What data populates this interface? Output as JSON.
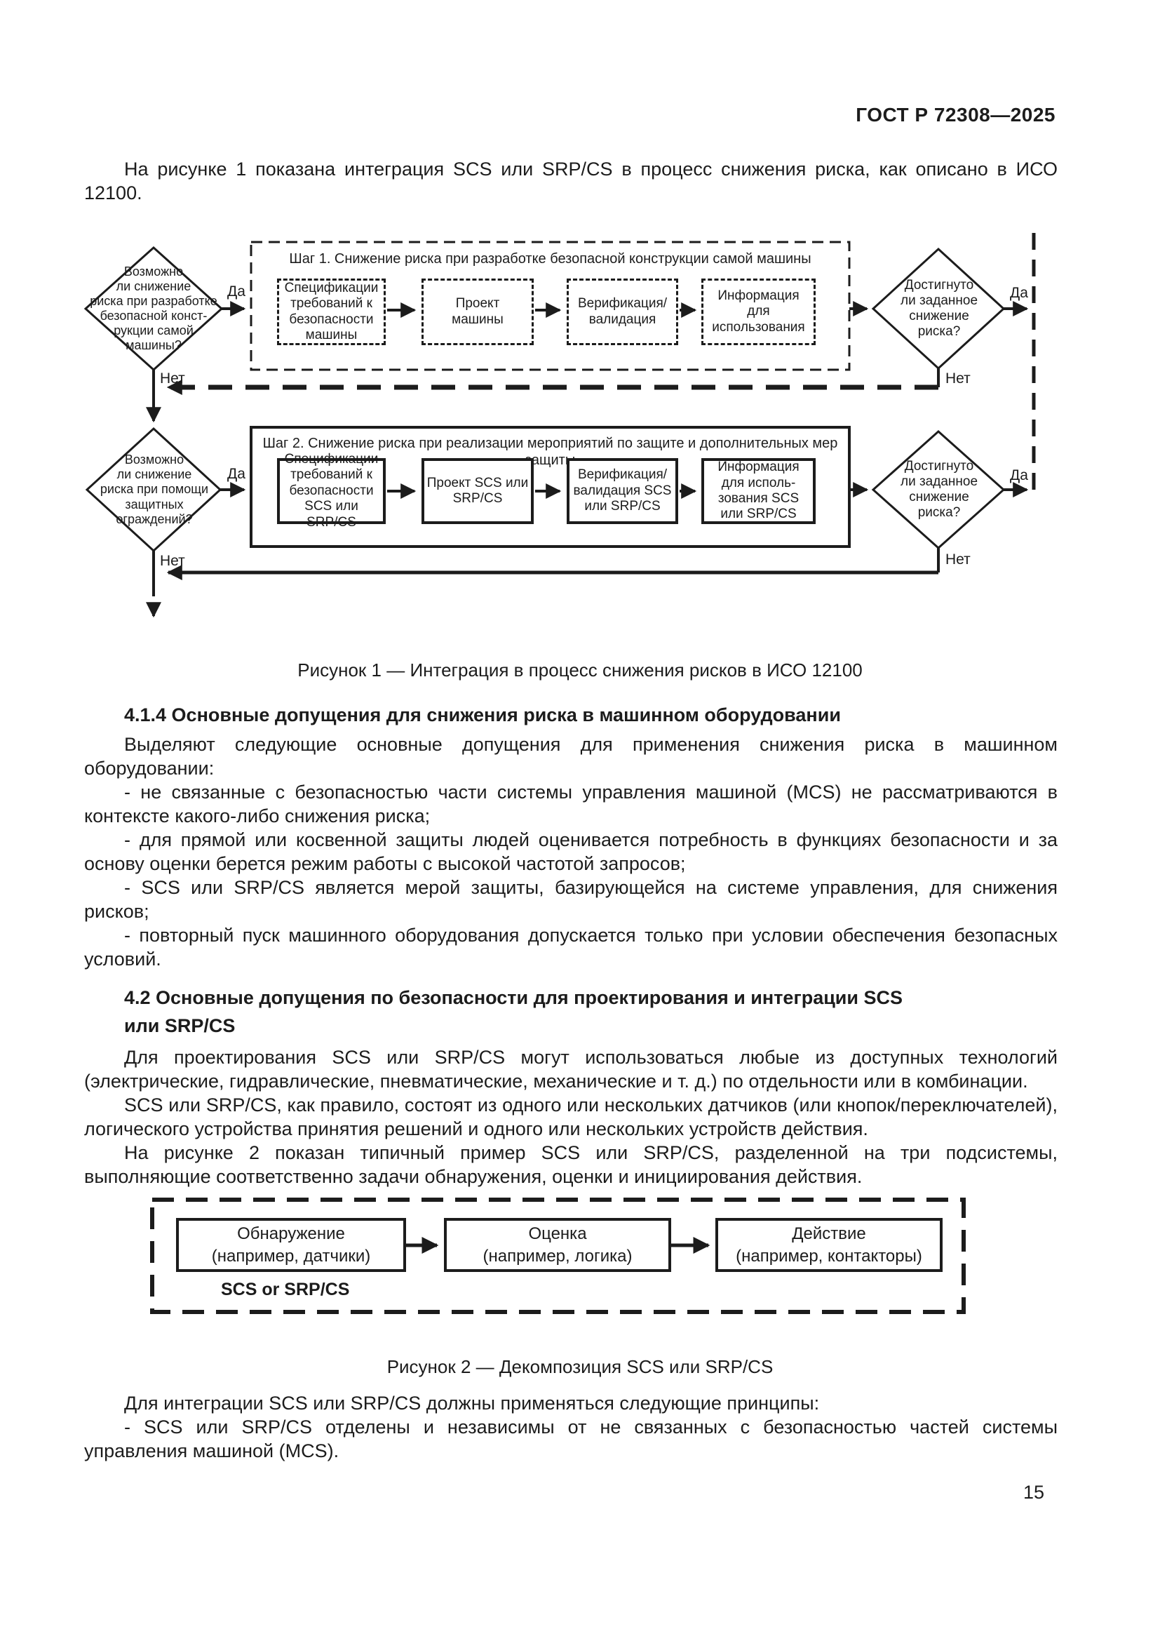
{
  "header": {
    "doc_number": "ГОСТ Р 72308—2025"
  },
  "intro": {
    "text": "На рисунке 1 показана интеграция SCS или SRP/CS в процесс снижения риска, как описано в ИСО 12100."
  },
  "figure1": {
    "caption": "Рисунок 1 — Интеграция в процесс снижения рисков в ИСО 12100",
    "labels": {
      "yes": "Да",
      "no": "Нет"
    },
    "decision_design": "Возможно\nли снижение\nриска при разработке\nбезопасной конст-\nрукции самой\nмашины?",
    "decision_achieved1": "Достигнуто\nли заданное\nснижение\nриска?",
    "decision_guards": "Возможно\nли снижение\nриска при помощи\nзащитных\nограждений?",
    "decision_achieved2": "Достигнуто\nли заданное\nснижение\nриска?",
    "step1": {
      "title": "Шаг 1. Снижение риска при разработке безопасной конструкции самой машины",
      "boxes": [
        "Спецификации\nтребований к\nбезопасности\nмашины",
        "Проект\nмашины",
        "Верификация/\nвалидация",
        "Информация\nдля\nиспользования"
      ]
    },
    "step2": {
      "title": "Шаг 2. Снижение риска при реализации мероприятий по защите и дополнительных мер защиты",
      "boxes": [
        "Спецификации\nтребований к\nбезопасности\nSCS или SRP/CS",
        "Проект SCS или\nSRP/CS",
        "Верификация/\nвалидация SCS\nили SRP/CS",
        "Информация\nдля исполь-\nзования SCS\nили SRP/CS"
      ]
    }
  },
  "section_414": {
    "heading": "4.1.4 Основные допущения для снижения риска в машинном оборудовании",
    "intro": "Выделяют следующие основные допущения для применения снижения риска в машинном оборудовании:",
    "bullets": [
      "- не связанные с безопасностью части системы управления машиной (MCS) не рассматриваются в контексте какого-либо снижения риска;",
      "- для прямой или косвенной защиты людей оценивается потребность в функциях безопасности и за основу оценки берется режим работы с высокой частотой запросов;",
      "- SCS или SRP/CS является мерой защиты, базирующейся на системе управления, для снижения рисков;",
      "- повторный пуск машинного оборудования допускается только при условии обеспечения безопасных условий."
    ]
  },
  "section_42": {
    "heading": "4.2 Основные допущения по безопасности для проектирования и интеграции SCS\nили SRP/CS",
    "paragraphs": [
      "Для проектирования SCS или SRP/CS могут использоваться любые из доступных технологий (электрические, гидравлические, пневматические, механические и т. д.) по отдельности или в комбинации.",
      "SCS или SRP/CS, как правило, состоят из одного или нескольких датчиков (или кнопок/переключателей), логического устройства принятия решений и одного или нескольких устройств действия.",
      "На рисунке 2 показан типичный пример SCS или SRP/CS, разделенной на три подсистемы, выполняющие соответственно задачи обнаружения, оценки и инициирования действия."
    ]
  },
  "figure2": {
    "caption": "Рисунок 2 — Декомпозиция SCS или SRP/CS",
    "boxes": [
      "Обнаружение\n(например, датчики)",
      "Оценка\n(например, логика)",
      "Действие\n(например, контакторы)"
    ],
    "label": "SCS or SRP/CS"
  },
  "closing": {
    "intro": "Для интеграции SCS или SRP/CS должны применяться следующие принципы:",
    "bullets": [
      "- SCS или SRP/CS отделены и независимы от не связанных с безопасностью частей системы управления машиной (MCS)."
    ]
  },
  "page": {
    "number": "15"
  }
}
